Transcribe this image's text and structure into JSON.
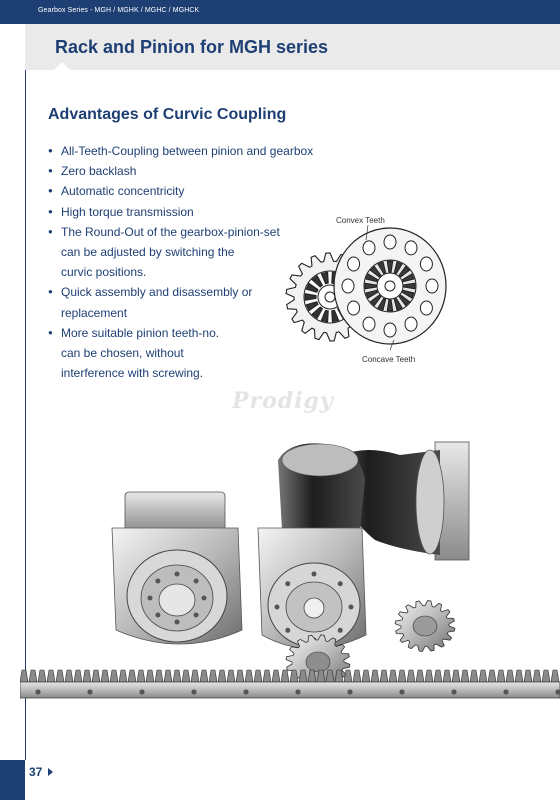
{
  "header": {
    "breadcrumb": "Gearbox Series - MGH / MGHK / MGHC / MGHCK",
    "title": "Rack and Pinion for MGH series"
  },
  "section": {
    "title": "Advantages of Curvic Coupling",
    "bullets": [
      [
        "All-Teeth-Coupling between pinion and gearbox"
      ],
      [
        "Zero backlash"
      ],
      [
        "Automatic concentricity"
      ],
      [
        "High torque transmission"
      ],
      [
        "The Round-Out of the gearbox-pinion-set",
        "can be adjusted by switching the",
        "curvic positions."
      ],
      [
        "Quick assembly and disassembly or",
        "replacement"
      ],
      [
        "More suitable pinion teeth-no.",
        "can be chosen, without",
        "interference with screwing."
      ]
    ]
  },
  "figure": {
    "convex_label": "Convex Teeth",
    "concave_label": "Concave Teeth"
  },
  "watermark": "Prodigy",
  "footer": {
    "page_number": "37"
  },
  "icons": {
    "bullet": "bullet-dot-icon",
    "page_arrow": "triangle-right-icon"
  },
  "colors": {
    "brand": "#1e3f74",
    "header_band": "#eaeaea"
  }
}
